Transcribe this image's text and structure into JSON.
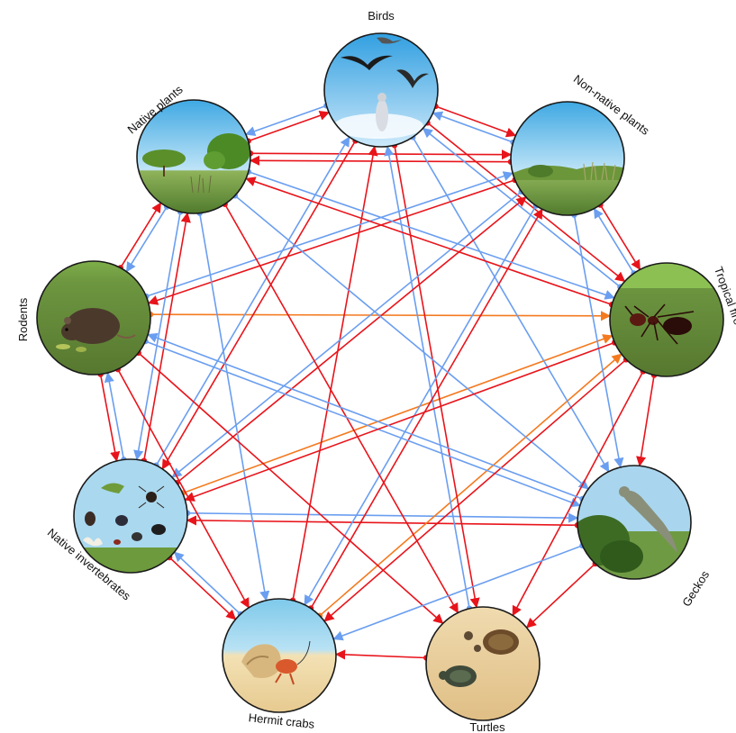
{
  "nodes": {
    "birds": {
      "label": "Birds",
      "scene": "sky-birds-icon"
    },
    "non_native_plants": {
      "label": "Non-native plants",
      "scene": "grassland-icon"
    },
    "tropical_fire_ant": {
      "label": "Tropical fire ant",
      "scene": "ant-icon"
    },
    "geckos": {
      "label": "Geckos",
      "scene": "gecko-icon"
    },
    "turtles": {
      "label": "Turtles",
      "scene": "turtle-icon"
    },
    "hermit_crabs": {
      "label": "Hermit crabs",
      "scene": "hermit-crab-icon"
    },
    "native_invertebrates": {
      "label": "Native invertebrates",
      "scene": "insects-icon"
    },
    "rodents": {
      "label": "Rodents",
      "scene": "rat-icon"
    },
    "native_plants": {
      "label": "Native plants",
      "scene": "shrubland-icon"
    }
  },
  "colors": {
    "negative": "#e8141b",
    "positive": "#6a9ef0",
    "neutral": "#f47a1f",
    "node_outline": "#1a1a1a"
  },
  "interactions": [
    {
      "from": "native_plants",
      "to": "birds",
      "type": "negative"
    },
    {
      "from": "birds",
      "to": "native_plants",
      "type": "positive"
    },
    {
      "from": "birds",
      "to": "non_native_plants",
      "type": "negative"
    },
    {
      "from": "non_native_plants",
      "to": "birds",
      "type": "positive"
    },
    {
      "from": "native_plants",
      "to": "non_native_plants",
      "type": "negative"
    },
    {
      "from": "non_native_plants",
      "to": "native_plants",
      "type": "negative"
    },
    {
      "from": "non_native_plants",
      "to": "tropical_fire_ant",
      "type": "negative"
    },
    {
      "from": "tropical_fire_ant",
      "to": "non_native_plants",
      "type": "positive"
    },
    {
      "from": "tropical_fire_ant",
      "to": "geckos",
      "type": "negative"
    },
    {
      "from": "native_plants",
      "to": "rodents",
      "type": "positive"
    },
    {
      "from": "rodents",
      "to": "native_plants",
      "type": "negative"
    },
    {
      "from": "rodents",
      "to": "native_invertebrates",
      "type": "negative"
    },
    {
      "from": "native_invertebrates",
      "to": "rodents",
      "type": "positive"
    },
    {
      "from": "native_invertebrates",
      "to": "hermit_crabs",
      "type": "negative"
    },
    {
      "from": "hermit_crabs",
      "to": "native_invertebrates",
      "type": "positive"
    },
    {
      "from": "turtles",
      "to": "hermit_crabs",
      "type": "negative"
    },
    {
      "from": "geckos",
      "to": "turtles",
      "type": "negative"
    },
    {
      "from": "geckos",
      "to": "native_invertebrates",
      "type": "negative"
    },
    {
      "from": "native_invertebrates",
      "to": "geckos",
      "type": "positive"
    },
    {
      "from": "rodents",
      "to": "tropical_fire_ant",
      "type": "neutral"
    },
    {
      "from": "native_invertebrates",
      "to": "tropical_fire_ant",
      "type": "neutral"
    },
    {
      "from": "hermit_crabs",
      "to": "tropical_fire_ant",
      "type": "neutral"
    },
    {
      "from": "birds",
      "to": "native_invertebrates",
      "type": "negative"
    },
    {
      "from": "native_invertebrates",
      "to": "birds",
      "type": "positive"
    },
    {
      "from": "birds",
      "to": "tropical_fire_ant",
      "type": "negative"
    },
    {
      "from": "tropical_fire_ant",
      "to": "birds",
      "type": "positive"
    },
    {
      "from": "birds",
      "to": "geckos",
      "type": "positive"
    },
    {
      "from": "birds",
      "to": "turtles",
      "type": "negative"
    },
    {
      "from": "turtles",
      "to": "birds",
      "type": "positive"
    },
    {
      "from": "hermit_crabs",
      "to": "birds",
      "type": "negative"
    },
    {
      "from": "non_native_plants",
      "to": "rodents",
      "type": "negative"
    },
    {
      "from": "rodents",
      "to": "non_native_plants",
      "type": "positive"
    },
    {
      "from": "non_native_plants",
      "to": "native_invertebrates",
      "type": "positive"
    },
    {
      "from": "native_invertebrates",
      "to": "non_native_plants",
      "type": "negative"
    },
    {
      "from": "non_native_plants",
      "to": "hermit_crabs",
      "type": "positive"
    },
    {
      "from": "hermit_crabs",
      "to": "non_native_plants",
      "type": "negative"
    },
    {
      "from": "non_native_plants",
      "to": "geckos",
      "type": "positive"
    },
    {
      "from": "native_plants",
      "to": "tropical_fire_ant",
      "type": "positive"
    },
    {
      "from": "tropical_fire_ant",
      "to": "native_plants",
      "type": "negative"
    },
    {
      "from": "native_plants",
      "to": "native_invertebrates",
      "type": "positive"
    },
    {
      "from": "native_invertebrates",
      "to": "native_plants",
      "type": "negative"
    },
    {
      "from": "native_plants",
      "to": "hermit_crabs",
      "type": "positive"
    },
    {
      "from": "native_plants",
      "to": "turtles",
      "type": "negative"
    },
    {
      "from": "native_plants",
      "to": "geckos",
      "type": "positive"
    },
    {
      "from": "rodents",
      "to": "geckos",
      "type": "positive"
    },
    {
      "from": "rodents",
      "to": "hermit_crabs",
      "type": "negative"
    },
    {
      "from": "rodents",
      "to": "turtles",
      "type": "negative"
    },
    {
      "from": "tropical_fire_ant",
      "to": "native_invertebrates",
      "type": "negative"
    },
    {
      "from": "tropical_fire_ant",
      "to": "turtles",
      "type": "negative"
    },
    {
      "from": "tropical_fire_ant",
      "to": "hermit_crabs",
      "type": "negative"
    },
    {
      "from": "geckos",
      "to": "hermit_crabs",
      "type": "positive"
    },
    {
      "from": "geckos",
      "to": "rodents",
      "type": "positive"
    }
  ]
}
